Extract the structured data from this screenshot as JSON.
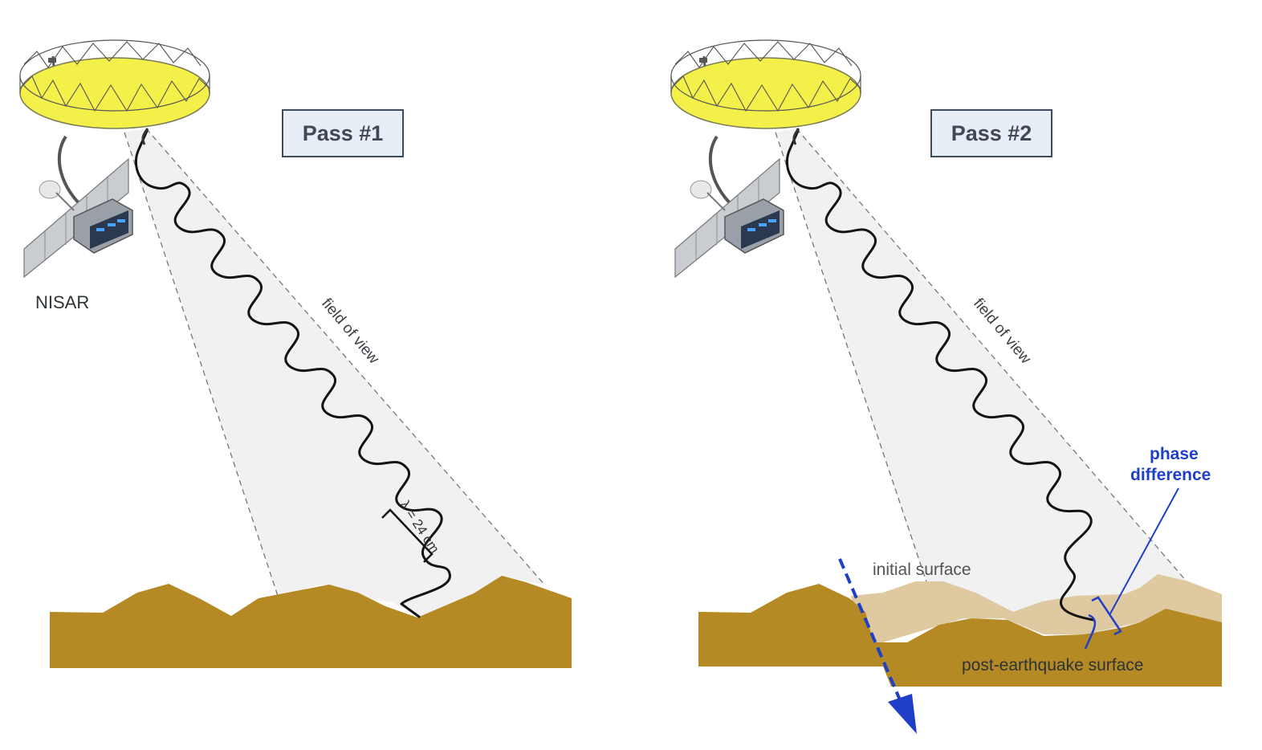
{
  "panel_1": {
    "title": "Pass #1",
    "satellite_label": "NISAR",
    "fov_label": "field of view",
    "wavelength_label": "λ = 24 cm"
  },
  "panel_2": {
    "title": "Pass #2",
    "fov_label": "field of view",
    "initial_surface_label": "initial surface",
    "post_surface_label": "post-earthquake surface",
    "phase_label_line1": "phase",
    "phase_label_line2": "difference"
  },
  "colors": {
    "ground": "#b58a25",
    "initial_surface": "#dec9a0",
    "fov_fill": "#f1f1f1",
    "reflector": "#f3f04a",
    "fault_arrow": "#1f3fc8",
    "phase_annotation": "#1f3fc8",
    "title_box_fill": "#e8eef5",
    "title_box_border": "#3d4b5c"
  }
}
